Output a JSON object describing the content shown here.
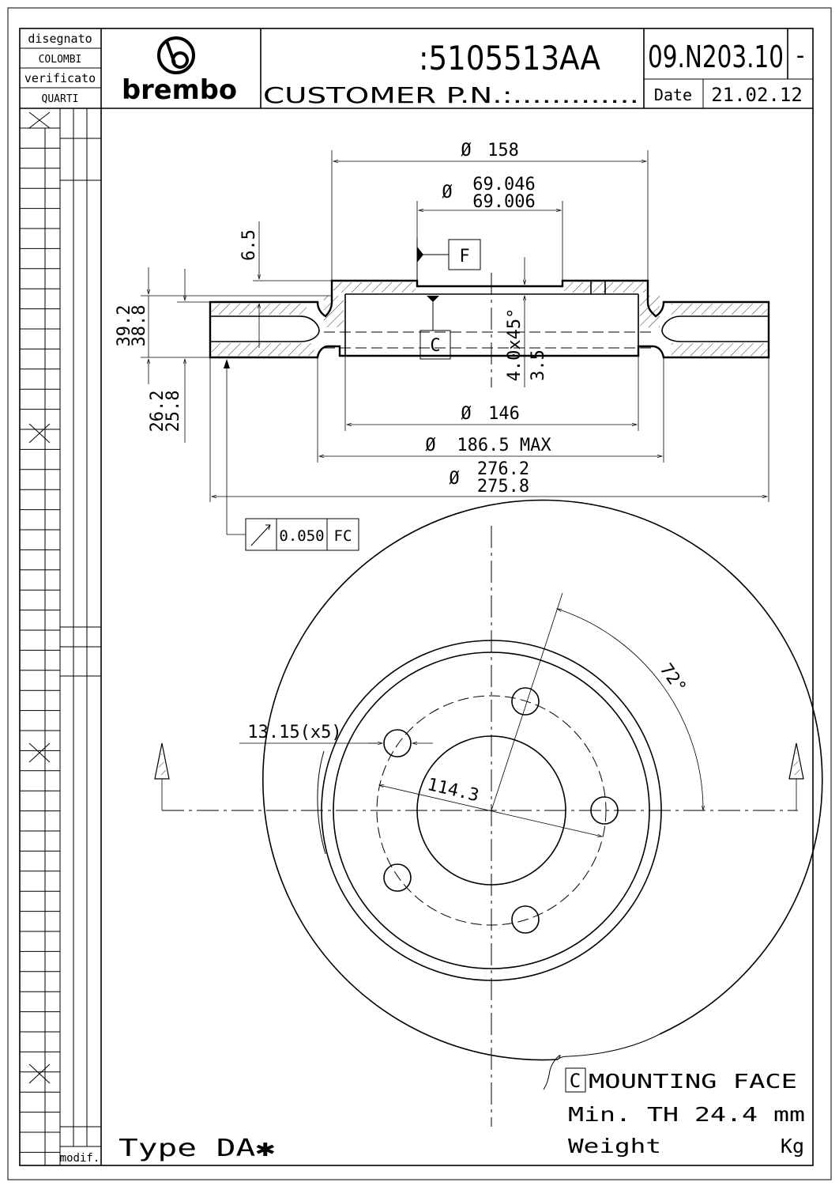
{
  "title_block": {
    "drawn_label": "disegnato",
    "drawn_by": "COLOMBI",
    "checked_label": "verificato",
    "checked_by": "QUARTI",
    "brand": "brembo",
    "part_number": ":5105513AA",
    "customer_pn": "CUSTOMER P.N.:.............",
    "drawing_number": "09.N203.10",
    "revision": "-",
    "date_label": "Date",
    "date": "21.02.12",
    "modif_label": "modif."
  },
  "dimensions": {
    "d158": "158",
    "d69_max": "69.046",
    "d69_min": "69.006",
    "h6_5": "6.5",
    "datum_f": "F",
    "datum_c": "C",
    "t39_2": "39.2",
    "t38_8": "38.8",
    "chamfer": "4.0x45°",
    "d3_5": "3.5",
    "t26_2": "26.2",
    "t25_8": "25.8",
    "d146": "146",
    "d186_5": "186.5 MAX",
    "d276_2": "276.2",
    "d275_8": "275.8",
    "runout_value": "0.050",
    "runout_ref": "FC",
    "angle": "72°",
    "holes": "13.15(x5)",
    "pcd": "114.3",
    "diameter_symbol": "Ø"
  },
  "notes": {
    "mounting_box": "C",
    "mounting_face": "MOUNTING FACE",
    "min_th": "Min. TH 24.4 mm",
    "weight": "Weight",
    "weight_unit": "Kg",
    "type": "Type DA✱"
  }
}
